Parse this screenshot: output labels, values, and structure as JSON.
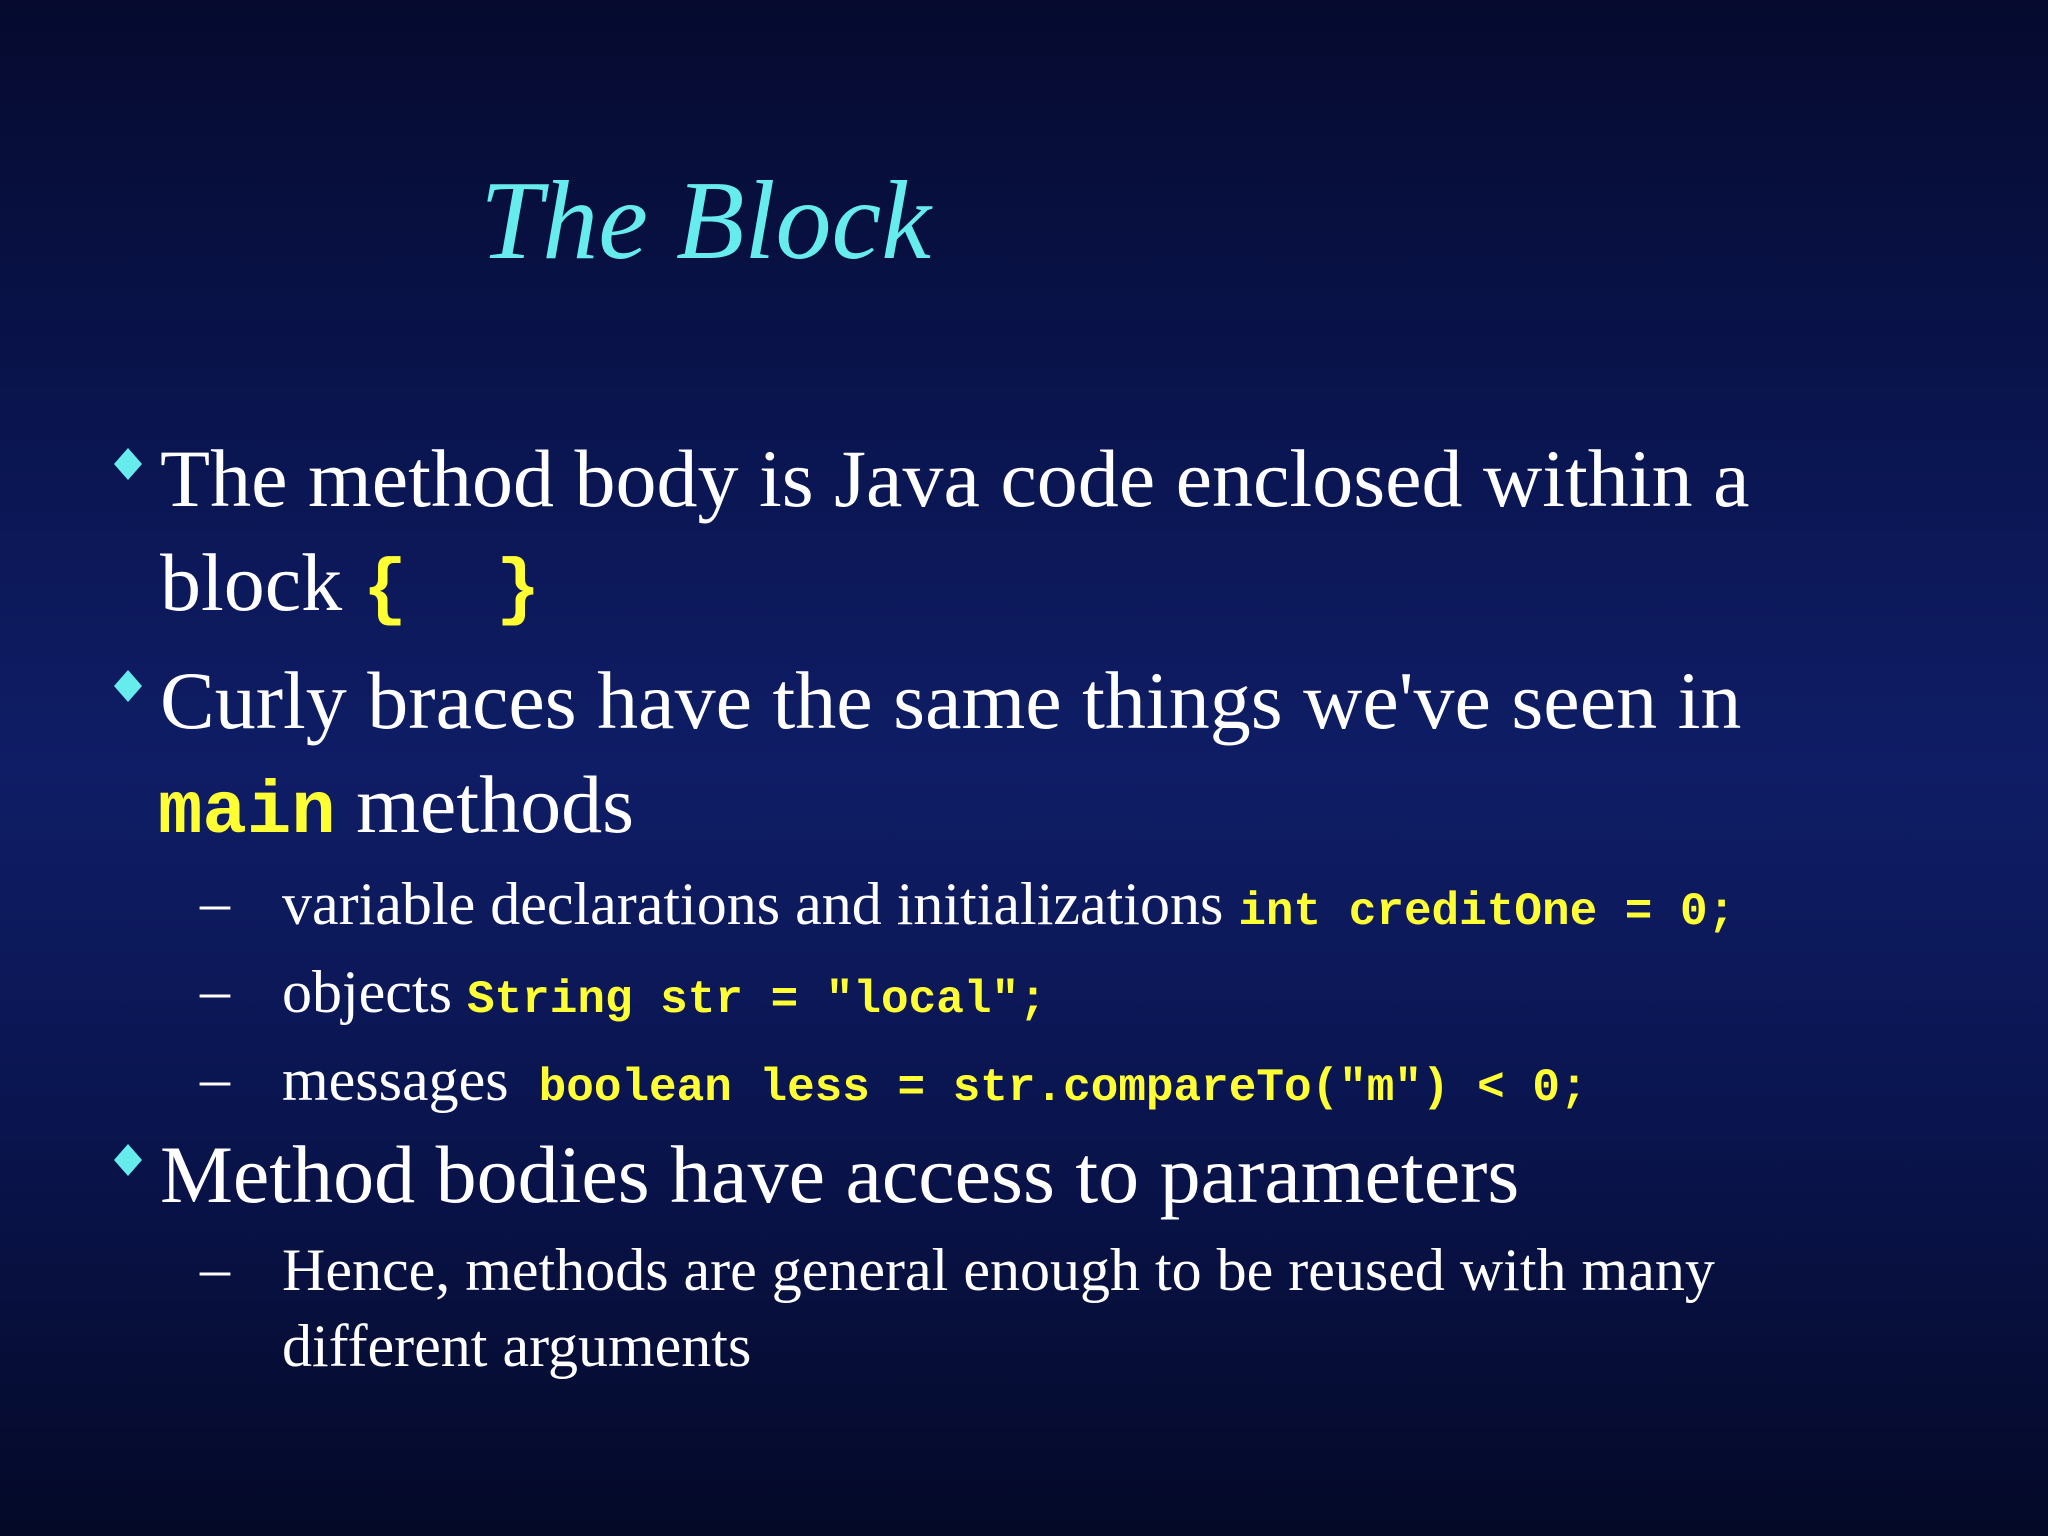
{
  "slide": {
    "title": "The Block",
    "bullets": [
      {
        "line1": "The method body is Java code enclosed within a",
        "line2_text": "block ",
        "line2_code": "{  }"
      },
      {
        "line1": "Curly braces have the same things we've seen in",
        "line2_code": "main",
        "line2_text": " methods",
        "subs": [
          {
            "text": "variable declarations and initializations ",
            "code": "int creditOne = 0;"
          },
          {
            "text": "objects ",
            "code": "String str = \"local\";"
          },
          {
            "text": "messages  ",
            "code": "boolean less = str.compareTo(\"m\") < 0;"
          }
        ]
      },
      {
        "line1": "Method bodies have access to parameters",
        "subs": [
          {
            "line1": "Hence, methods are general enough to be reused with many",
            "line2": "different arguments"
          }
        ]
      }
    ],
    "colors": {
      "title": "#66ecec",
      "code": "#ffff33",
      "text": "#ffffff",
      "bullet_marker": "#66ecec"
    },
    "icons": {
      "bullet_marker": "diamond-bullet-icon",
      "sub_marker": "dash"
    }
  }
}
